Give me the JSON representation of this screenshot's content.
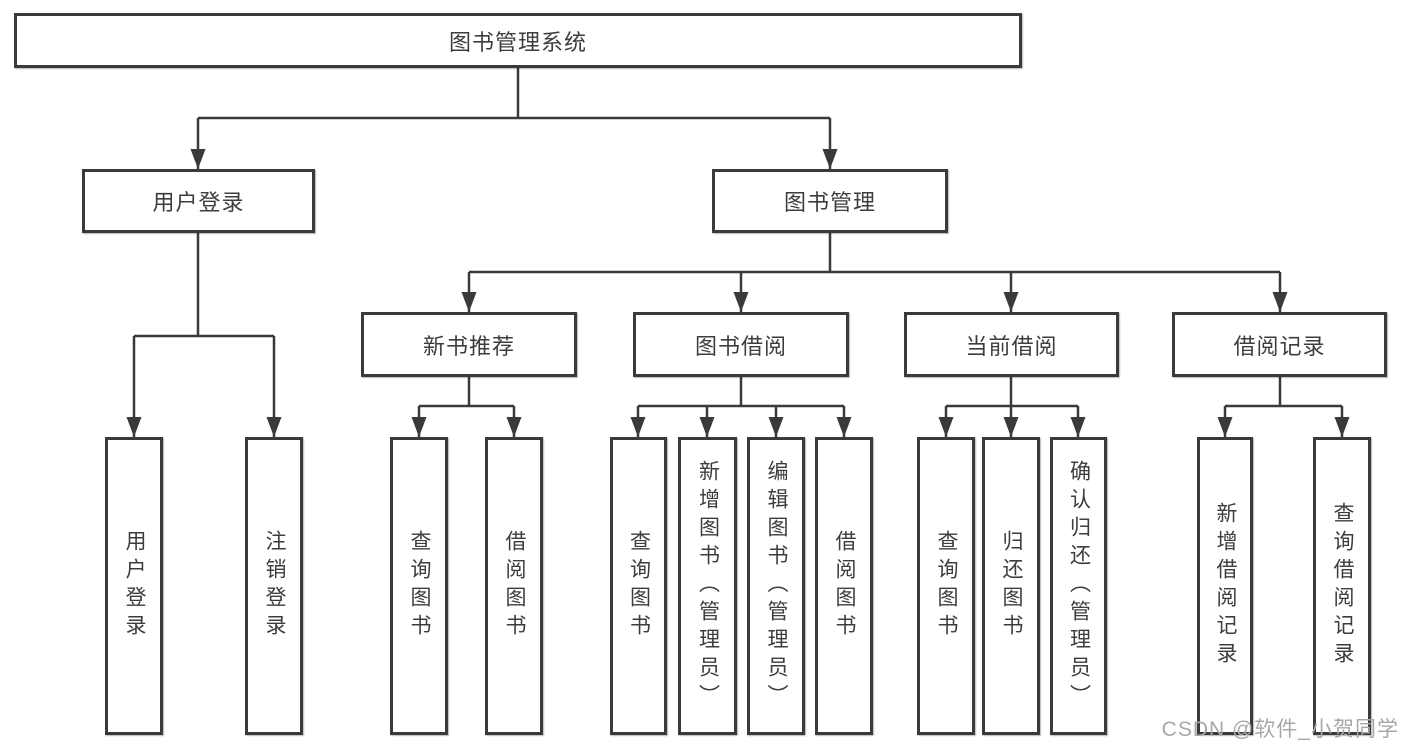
{
  "nodes": {
    "root": "图书管理系统",
    "level2": {
      "userLogin": "用户登录",
      "bookManagement": "图书管理"
    },
    "level3": {
      "newBookRec": "新书推荐",
      "bookBorrow": "图书借阅",
      "currentBorrow": "当前借阅",
      "borrowRecords": "借阅记录"
    },
    "level4": {
      "userLogin": "用户登录",
      "logout": "注销登录",
      "nbQueryBooks": "查询图书",
      "nbBorrowBooks": "借阅图书",
      "bbQueryBooks": "查询图书",
      "bbAddBooks": "新增图书（管理员）",
      "bbEditBooks": "编辑图书（管理员）",
      "bbBorrowBooks": "借阅图书",
      "cbQueryBooks": "查询图书",
      "cbReturnBooks": "归还图书",
      "cbConfirmReturn": "确认归还（管理员）",
      "brAddRecord": "新增借阅记录",
      "brQueryRecord": "查询借阅记录"
    }
  },
  "watermark": "CSDN @软件_小贺同学",
  "colors": {
    "line": "#3a3a3a",
    "nodeBorder": "#3a3a3a",
    "nodeBackground": "#ffffff",
    "text": "#3d3d3d",
    "watermark": "#a8a8a8",
    "pageBackground": "#ffffff"
  }
}
